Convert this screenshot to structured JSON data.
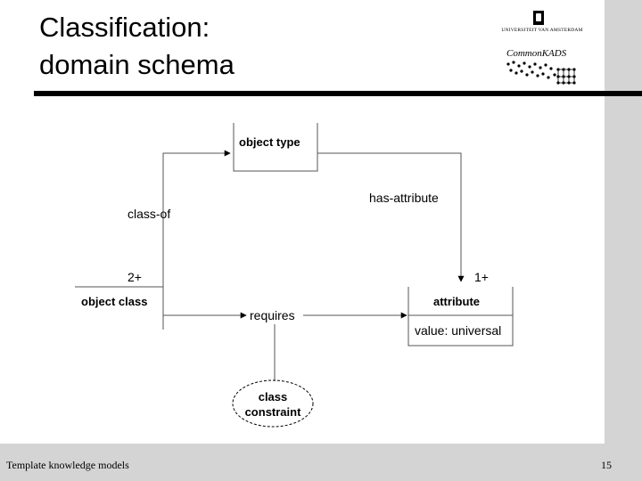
{
  "slide": {
    "title_line1": "Classification:",
    "title_line2": "domain schema",
    "footer": "Template knowledge models",
    "page_number": "15"
  },
  "logos": {
    "university_text": "UNIVERSITEIT VAN AMSTERDAM",
    "commonkads_text": "CommonKADS"
  },
  "diagram": {
    "concepts": {
      "object_type": "object type",
      "object_class": "object class",
      "attribute": "attribute",
      "attribute_value": "value: universal"
    },
    "relations": {
      "class_of": "class-of",
      "has_attribute": "has-attribute",
      "requires": "requires"
    },
    "rule_type": {
      "line1": "class",
      "line2": "constraint"
    },
    "cardinalities": {
      "object_class": "2+",
      "attribute": "1+"
    }
  },
  "colors": {
    "background": "#ffffff",
    "band": "#d4d4d4",
    "ink": "#000000",
    "line": "#555555"
  }
}
